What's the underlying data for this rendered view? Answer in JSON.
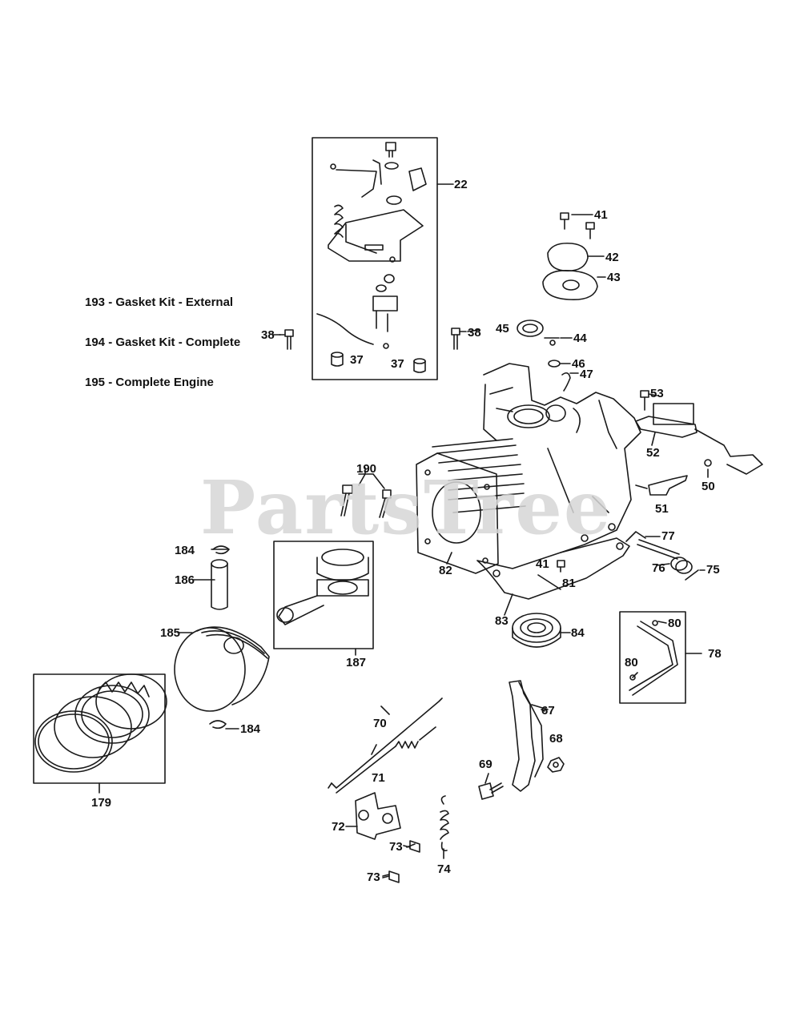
{
  "legend": [
    "193 - Gasket Kit - External",
    "194 - Gasket Kit - Complete",
    "195 - Complete Engine"
  ],
  "watermark": "PartsTree",
  "callouts": {
    "c22": "22",
    "c41a": "41",
    "c42": "42",
    "c43": "43",
    "c38a": "38",
    "c38b": "38",
    "c37a": "37",
    "c37b": "37",
    "c45": "45",
    "c44": "44",
    "c46": "46",
    "c47": "47",
    "c53": "53",
    "c52": "52",
    "c50": "50",
    "c51": "51",
    "c190": "190",
    "c184a": "184",
    "c186": "186",
    "c185": "185",
    "c184b": "184",
    "c187": "187",
    "c179": "179",
    "c82": "82",
    "c41b": "41",
    "c81": "81",
    "c77": "77",
    "c76": "76",
    "c75": "75",
    "c83": "83",
    "c84": "84",
    "c80a": "80",
    "c80b": "80",
    "c78": "78",
    "c70": "70",
    "c71": "71",
    "c72": "72",
    "c73a": "73",
    "c73b": "73",
    "c74": "74",
    "c69": "69",
    "c67": "67",
    "c68": "68"
  }
}
